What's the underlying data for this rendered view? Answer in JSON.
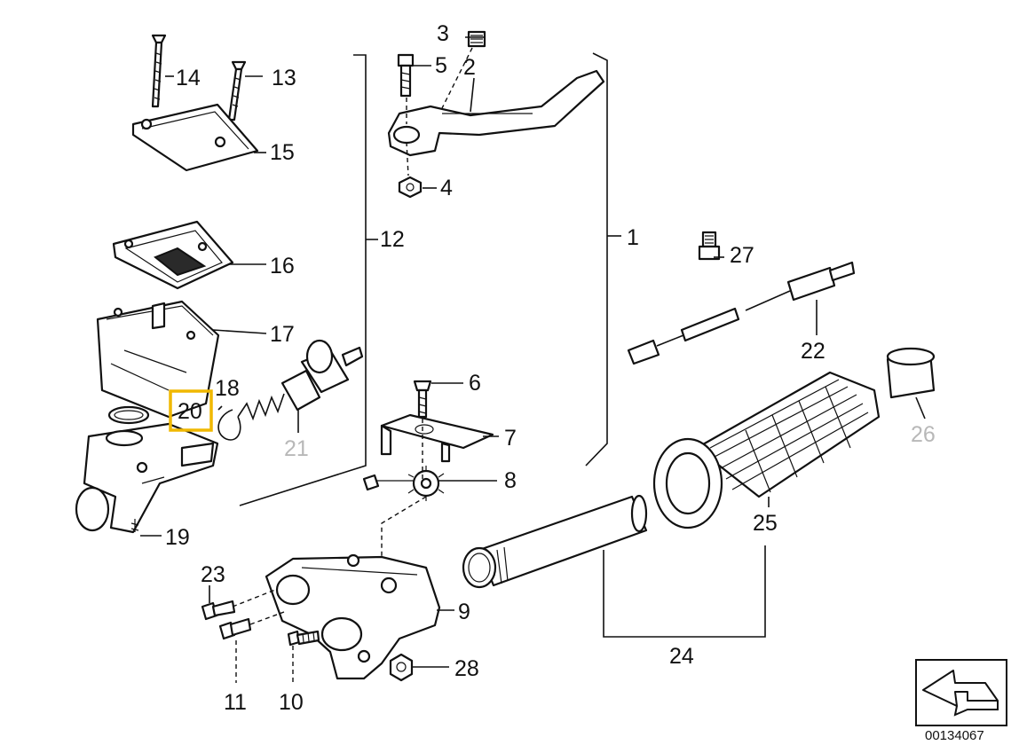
{
  "diagram": {
    "highlighted_part": "20",
    "highlight_color": "#f0b800",
    "doc_id": "00134067",
    "labels": [
      {
        "id": "1",
        "text": "1"
      },
      {
        "id": "2",
        "text": "2"
      },
      {
        "id": "3",
        "text": "3"
      },
      {
        "id": "4",
        "text": "4"
      },
      {
        "id": "5",
        "text": "5"
      },
      {
        "id": "6",
        "text": "6"
      },
      {
        "id": "7",
        "text": "7"
      },
      {
        "id": "8",
        "text": "8"
      },
      {
        "id": "9",
        "text": "9"
      },
      {
        "id": "10",
        "text": "10"
      },
      {
        "id": "11",
        "text": "11"
      },
      {
        "id": "12",
        "text": "12"
      },
      {
        "id": "13",
        "text": "13"
      },
      {
        "id": "14",
        "text": "14"
      },
      {
        "id": "15",
        "text": "15"
      },
      {
        "id": "16",
        "text": "16"
      },
      {
        "id": "17",
        "text": "17"
      },
      {
        "id": "18",
        "text": "18"
      },
      {
        "id": "19",
        "text": "19"
      },
      {
        "id": "20",
        "text": "20"
      },
      {
        "id": "21",
        "text": "21"
      },
      {
        "id": "22",
        "text": "22"
      },
      {
        "id": "23",
        "text": "23"
      },
      {
        "id": "24",
        "text": "24"
      },
      {
        "id": "25",
        "text": "25"
      },
      {
        "id": "26",
        "text": "26"
      },
      {
        "id": "27",
        "text": "27"
      },
      {
        "id": "28",
        "text": "28"
      }
    ]
  }
}
